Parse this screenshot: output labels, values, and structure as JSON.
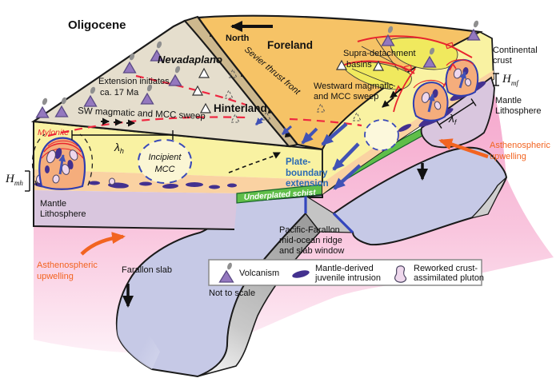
{
  "title": "Oligocene",
  "colors": {
    "foreland_orange": "#f6c366",
    "plateau_tan": "#e5decd",
    "thrust_tan": "#cdb88e",
    "crust_yellow": "#f9f2a2",
    "basin_yellow": "#f0e95e",
    "lower_crust_peach": "#fad2a2",
    "mantle_lithosphere_purple": "#d9c6de",
    "asthenosphere_pink": "#f7b3d3",
    "slab_lavender": "#c6c9e6",
    "subduction_channel_gray": "#b3b3b3",
    "schist_green": "#5fbe49",
    "intrusion_purple": "#43318f",
    "volcano_purple": "#9478bf",
    "pluton_pink": "#eed7ec",
    "mcc_orange": "#f5ad7c",
    "fault_red": "#e8242e",
    "arrow_blue": "#4152b5",
    "ridge_blue": "#3346bd",
    "plate_text_blue": "#2a6ab5",
    "upwelling_orange": "#f26421"
  },
  "labels": {
    "north": "North",
    "foreland": "Foreland",
    "nevadaplano": "Nevadaplano",
    "hinterland": "Hinterland",
    "sevier_thrust": "Sevier thrust front",
    "extension_1": "Extension initiates",
    "extension_2": "ca. 17 Ma",
    "sw_sweep": "SW magmatic and MCC sweep",
    "supra_1": "Supra-detachment",
    "supra_2": "basins",
    "westward_1": "Westward magmatic",
    "westward_2": "and MCC sweep",
    "mylonite": "Mylonite",
    "incipient_1": "Incipient",
    "incipient_2": "MCC",
    "continental_1": "Continental",
    "continental_2": "crust",
    "mantle_1": "Mantle",
    "mantle_2": "Lithosphere",
    "astheno_1": "Asthenospheric",
    "astheno_2": "upwelling",
    "plate_1": "Plate-",
    "plate_2": "boundary",
    "plate_3": "extension",
    "underplated": "Underplated schist",
    "pacific_1": "Pacific-Farallon",
    "pacific_2": "mid-ocean ridge",
    "pacific_3": "and slab window",
    "farallon_slab": "Farallon slab"
  },
  "symbols": {
    "h": "H",
    "sub_mh": "mh",
    "sub_mf": "mf",
    "lambda": "λ",
    "sub_h": "h",
    "sub_f": "f"
  },
  "legend": {
    "volcanism": "Volcanism",
    "intrusion_1": "Mantle-derived",
    "intrusion_2": "juvenile intrusion",
    "pluton_1": "Reworked crust-",
    "pluton_2": "assimilated pluton",
    "not_to_scale": "Not to scale"
  }
}
